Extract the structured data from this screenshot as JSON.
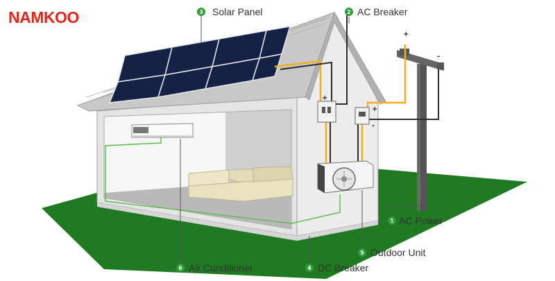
{
  "brand": {
    "name": "NAMKOO",
    "color": "#e3261c"
  },
  "colors": {
    "ground": "#1f7a22",
    "wire_dc": "#f2ae1c",
    "wire_ac": "#2b2b2b",
    "wire_green": "#5cbf4e",
    "callout_badge": "#2f9b3b",
    "roof": "#c6c6c6",
    "panel": "#142345"
  },
  "callouts": [
    {
      "number": "1",
      "label": "AC Power"
    },
    {
      "number": "2",
      "label": "AC Breaker"
    },
    {
      "number": "3",
      "label": "Solar Panel"
    },
    {
      "number": "4",
      "label": "DC Breaker"
    },
    {
      "number": "5",
      "label": "Outdoor Unit"
    },
    {
      "number": "6",
      "label": "Air Conditioner"
    }
  ],
  "polarity": {
    "plus": "+",
    "minus": "-"
  }
}
